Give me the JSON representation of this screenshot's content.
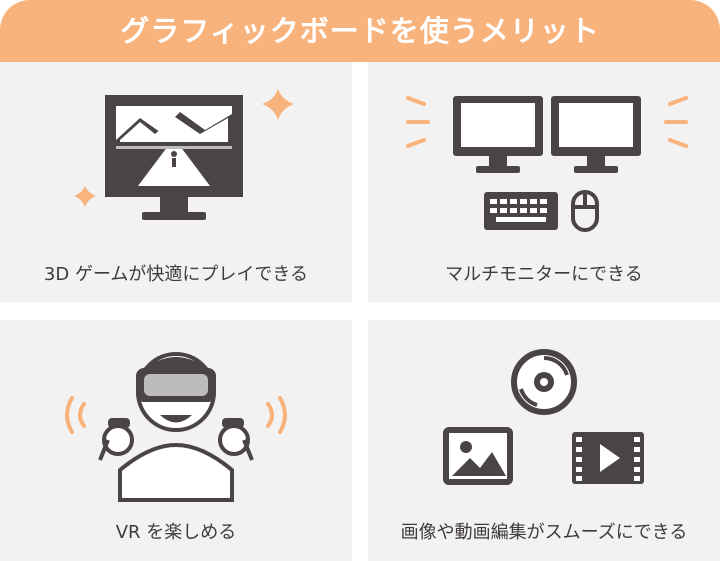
{
  "header": {
    "title": "グラフィックボードを使うメリット"
  },
  "cards": [
    {
      "label": "3D ゲームが快適にプレイできる",
      "icon": "monitor-game-icon"
    },
    {
      "label": "マルチモニターにできる",
      "icon": "dual-monitor-icon"
    },
    {
      "label": "VR を楽しめる",
      "icon": "vr-headset-person-icon"
    },
    {
      "label": "画像や動画編集がスムーズにできる",
      "icon": "media-editing-icon"
    }
  ],
  "colors": {
    "accent": "#f8b27c",
    "sparkle": "#f8b27c",
    "card_bg": "#f3f2f2",
    "icon_dark": "#4b4444",
    "text": "#3f3b3b"
  }
}
